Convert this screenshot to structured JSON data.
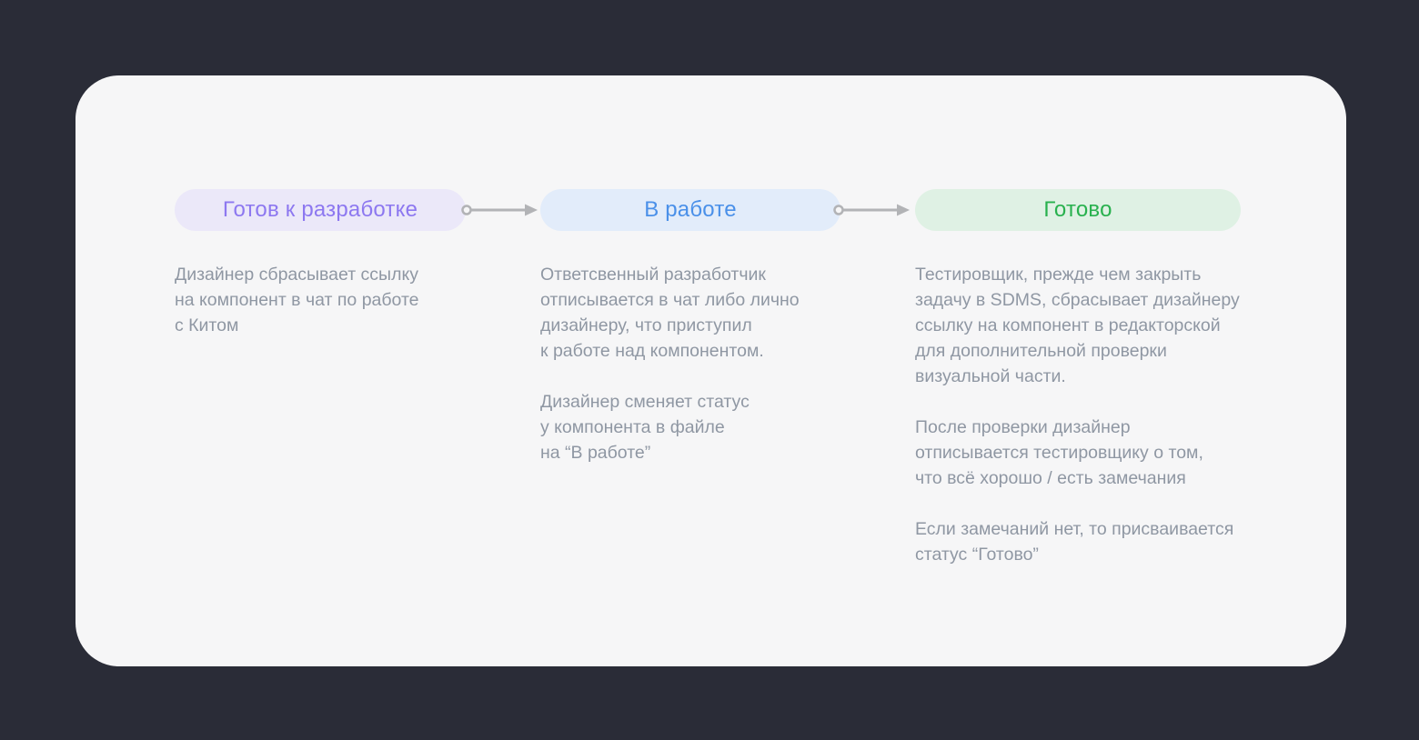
{
  "page": {
    "background_color": "#2a2c37",
    "card_color": "#f6f6f7"
  },
  "workflow": {
    "arrow_color": "#b2b3b6",
    "text_color": "#8f97a3",
    "stages": [
      {
        "badge": {
          "label": "Готов к разработке",
          "text_color": "#8d78f0",
          "bg_color": "#ebe8f9"
        },
        "paragraphs": {
          "p1": "Дизайнер сбрасывает ссылку\nна компонент в чат по работе\nс Китом"
        }
      },
      {
        "badge": {
          "label": "В работе",
          "text_color": "#4a90e9",
          "bg_color": "#e2ecfa"
        },
        "paragraphs": {
          "p1": "Ответсвенный разработчик\nотписывается в чат либо лично\nдизайнеру, что приступил\nк работе над компонентом.",
          "p2": "Дизайнер сменяет статус\nу компонента в файле\nна “В работе”"
        }
      },
      {
        "badge": {
          "label": "Готово",
          "text_color": "#28b14e",
          "bg_color": "#dff1e4"
        },
        "paragraphs": {
          "p1": "Тестировщик, прежде чем закрыть\nзадачу в SDMS, сбрасывает дизайнеру\nссылку на компонент в редакторской\nдля дополнительной проверки\nвизуальной части.",
          "p2": "После проверки дизайнер\nотписывается тестировщику о том,\nчто всё хорошо / есть замечания",
          "p3": "Если замечаний нет, то присваивается\nстатус “Готово”"
        }
      }
    ]
  }
}
